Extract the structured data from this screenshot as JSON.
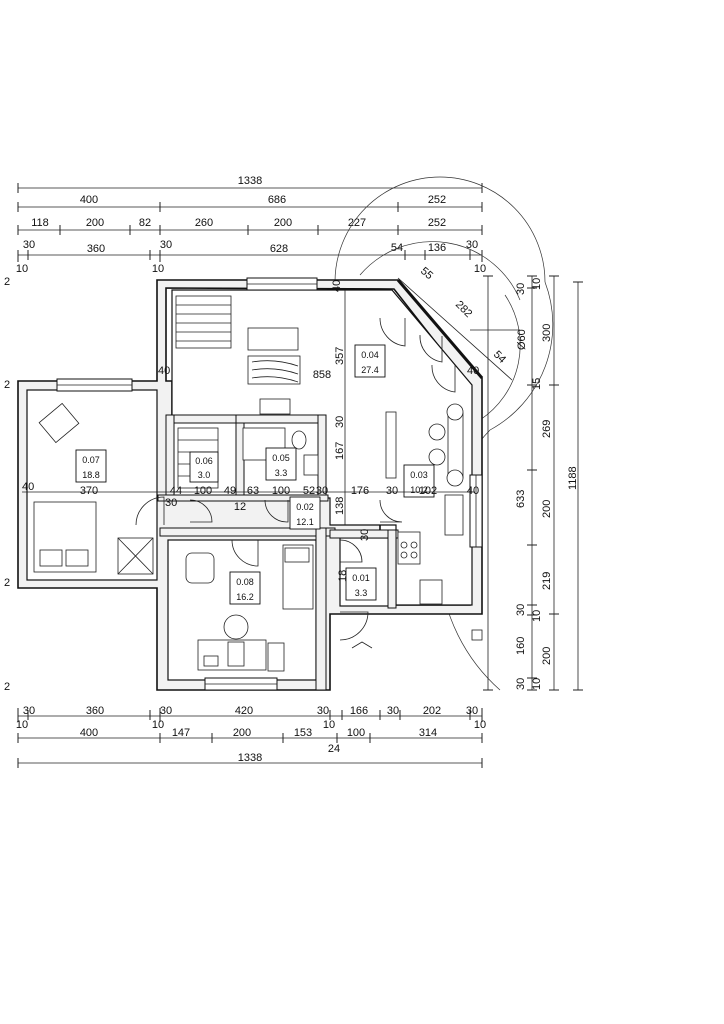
{
  "dimensions": {
    "top_total": "1338",
    "top_row1": [
      "400",
      "686",
      "252"
    ],
    "top_row2": [
      "118",
      "200",
      "82",
      "260",
      "200",
      "227",
      "252"
    ],
    "top_row3": [
      "30",
      "360",
      "30",
      "628",
      "54",
      "136",
      "30"
    ],
    "top_row3_small": [
      "10",
      "10",
      "10"
    ],
    "bottom_row1": [
      "30",
      "360",
      "30",
      "420",
      "30",
      "166",
      "30",
      "202",
      "30"
    ],
    "bottom_row1_small": [
      "10",
      "10",
      "10",
      "10"
    ],
    "bottom_row2": [
      "400",
      "147",
      "200",
      "153",
      "100",
      "314"
    ],
    "bottom_extra": "24",
    "bottom_total": "1338",
    "right_outer": "1188",
    "right_col1": [
      "30",
      "269",
      "200",
      "219",
      "30",
      "160",
      "30"
    ],
    "right_col1_small": [
      "10",
      "15",
      "10",
      "10"
    ],
    "right_col2": [
      "300",
      "633",
      "200"
    ],
    "arc_labels": [
      "55",
      "282",
      "54",
      "Ø60"
    ],
    "interior": [
      "40",
      "357",
      "858",
      "40",
      "40",
      "30",
      "167",
      "138",
      "176",
      "30",
      "102",
      "40",
      "12",
      "44",
      "100",
      "49",
      "63",
      "100",
      "52",
      "30",
      "30",
      "370",
      "40",
      "18",
      "30",
      "40"
    ]
  },
  "rooms": [
    {
      "code": "0.04",
      "area": "27.4"
    },
    {
      "code": "0.07",
      "area": "18.8"
    },
    {
      "code": "0.06",
      "area": "3.0"
    },
    {
      "code": "0.05",
      "area": "3.3"
    },
    {
      "code": "0.03",
      "area": "10.2"
    },
    {
      "code": "0.02",
      "area": "12.1"
    },
    {
      "code": "0.08",
      "area": "16.2"
    },
    {
      "code": "0.01",
      "area": "3.3"
    }
  ],
  "edge_marks": [
    "2",
    "2",
    "2",
    "2"
  ]
}
